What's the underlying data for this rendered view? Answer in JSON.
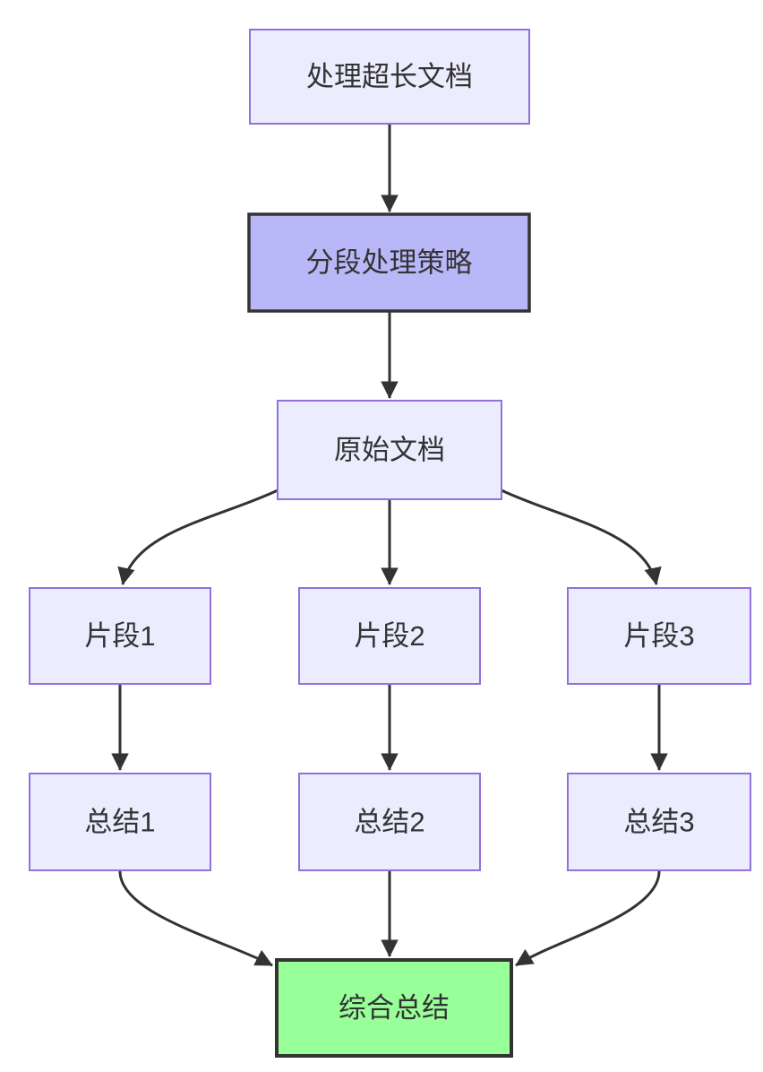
{
  "diagram": {
    "type": "flowchart",
    "direction": "top-down",
    "nodes": {
      "long_document": {
        "label": "处理超长文档",
        "style": "default"
      },
      "segmentation_strategy": {
        "label": "分段处理策略",
        "style": "highlight-purple"
      },
      "original_document": {
        "label": "原始文档",
        "style": "default"
      },
      "fragment_1": {
        "label": "片段1",
        "style": "default"
      },
      "fragment_2": {
        "label": "片段2",
        "style": "default"
      },
      "fragment_3": {
        "label": "片段3",
        "style": "default"
      },
      "summary_1": {
        "label": "总结1",
        "style": "default"
      },
      "summary_2": {
        "label": "总结2",
        "style": "default"
      },
      "summary_3": {
        "label": "总结3",
        "style": "default"
      },
      "final_summary": {
        "label": "综合总结",
        "style": "highlight-green"
      }
    },
    "edges": [
      {
        "from": "处理超长文档",
        "to": "分段处理策略"
      },
      {
        "from": "分段处理策略",
        "to": "原始文档"
      },
      {
        "from": "原始文档",
        "to": "片段1"
      },
      {
        "from": "原始文档",
        "to": "片段2"
      },
      {
        "from": "原始文档",
        "to": "片段3"
      },
      {
        "from": "片段1",
        "to": "总结1"
      },
      {
        "from": "片段2",
        "to": "总结2"
      },
      {
        "from": "片段3",
        "to": "总结3"
      },
      {
        "from": "总结1",
        "to": "综合总结"
      },
      {
        "from": "总结2",
        "to": "综合总结"
      },
      {
        "from": "总结3",
        "to": "综合总结"
      }
    ],
    "colors": {
      "background": "#ffffff",
      "node_fill": "#ECECFF",
      "node_border": "#9370DB",
      "strategy_fill": "#b8b8f8",
      "final_fill": "#99ff99",
      "emphasis_border": "#333333",
      "arrow": "#333333",
      "text": "#333333"
    }
  }
}
